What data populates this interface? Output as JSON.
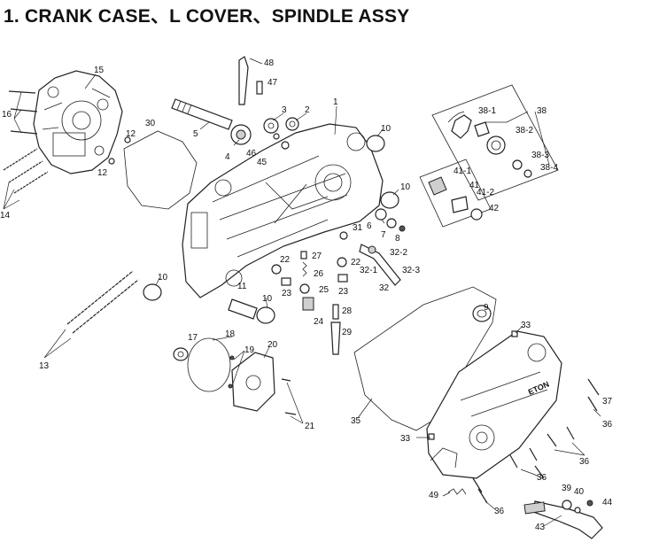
{
  "title": "1. CRANK CASE、L COVER、SPINDLE ASSY",
  "callouts": [
    "1",
    "2",
    "3",
    "4",
    "5",
    "6",
    "7",
    "8",
    "9",
    "10",
    "10",
    "10",
    "10",
    "11",
    "12",
    "12",
    "13",
    "14",
    "15",
    "16",
    "17",
    "18",
    "19",
    "20",
    "21",
    "22",
    "22",
    "23",
    "23",
    "24",
    "25",
    "26",
    "27",
    "28",
    "29",
    "30",
    "31",
    "32",
    "32-1",
    "32-2",
    "32-3",
    "33",
    "33",
    "35",
    "36",
    "36",
    "36",
    "36",
    "37",
    "38",
    "38-1",
    "38-2",
    "38-3",
    "38-4",
    "39",
    "40",
    "41",
    "41-1",
    "41-2",
    "42",
    "43",
    "44",
    "45",
    "46",
    "47",
    "48",
    "49"
  ],
  "cover_logo": "ETON"
}
